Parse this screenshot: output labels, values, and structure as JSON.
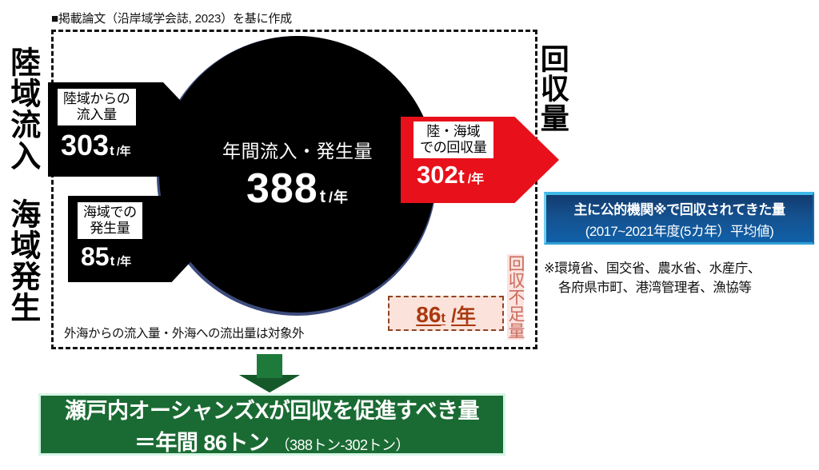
{
  "header": {
    "source_note": "■掲載論文（沿岸域学会誌, 2023）を基に作成"
  },
  "side_labels": {
    "land_inflow": "陸域流入",
    "sea_generation": "海域発生",
    "collection": "回収量"
  },
  "circle": {
    "title": "年間流入・発生量",
    "value": "388",
    "unit": "t",
    "per": "/年"
  },
  "inputs": [
    {
      "label_line1": "陸域からの",
      "label_line2": "流入量",
      "value": "303",
      "unit": "t",
      "per": "/年"
    },
    {
      "label_line1": "海域での",
      "label_line2": "発生量",
      "value": "85",
      "unit": "t",
      "per": "/年"
    }
  ],
  "output": {
    "label_line1": "陸・海域",
    "label_line2": "での回収量",
    "value": "302",
    "unit": "t",
    "per": "/年"
  },
  "info_box": {
    "line1": "主に公的機関※で回収されてきた量",
    "line2": "(2017~2021年度(5カ年）平均値)"
  },
  "footnote": {
    "line1": "※環境省、国交省、農水省、水産庁、",
    "line2": "各府県市町、港湾管理者、漁協等"
  },
  "shortfall": {
    "vertical_label": "回収不足量",
    "value": "86",
    "unit": "t",
    "per": "/年"
  },
  "inside_note": "外海からの流入量・外海への流出量は対象外",
  "banner": {
    "line1": "瀬戸内オーシャンズXが回収を促進すべき量",
    "line2_main": "＝年間 86トン",
    "line2_sub": "（388トン-302トン）"
  },
  "colors": {
    "circle_fill": "#000000",
    "circle_ring": "#3c4a7c",
    "output_arrow": "#e8111b",
    "info_box": "#15518f",
    "banner_green": "#1a6b33",
    "shortfall_text": "#a8390f",
    "shortfall_bg": "#fbe2da"
  },
  "chart_data": {
    "type": "diagram",
    "title": "年間流入・発生量と回収量の収支",
    "balance": {
      "total_input": 388,
      "unit": "t/年",
      "components": [
        {
          "name": "陸域からの流入量",
          "value": 303
        },
        {
          "name": "海域での発生量",
          "value": 85
        }
      ],
      "collected": 302,
      "shortfall": 86
    }
  }
}
